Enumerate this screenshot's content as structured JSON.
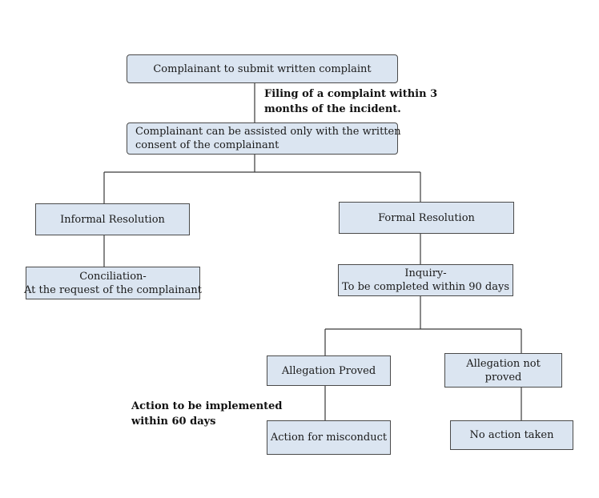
{
  "nodes": {
    "submit": {
      "lines": [
        "Complainant to submit written complaint"
      ]
    },
    "assisted": {
      "lines": [
        "Complainant can be assisted only with the written",
        "consent of the complainant"
      ]
    },
    "informal": {
      "lines": [
        "Informal Resolution"
      ]
    },
    "formal": {
      "lines": [
        "Formal Resolution"
      ]
    },
    "conciliation": {
      "lines": [
        "Conciliation-",
        "At the request of the complainant"
      ]
    },
    "inquiry": {
      "lines": [
        "Inquiry-",
        "To be completed within 90 days"
      ]
    },
    "proved": {
      "lines": [
        "Allegation Proved"
      ]
    },
    "not_proved": {
      "lines": [
        "Allegation not",
        "proved"
      ]
    },
    "misconduct": {
      "lines": [
        "Action for misconduct"
      ]
    },
    "no_action": {
      "lines": [
        "No action taken"
      ]
    }
  },
  "notes": {
    "filing": {
      "lines": [
        "Filing of a complaint within 3",
        "months of the incident."
      ]
    },
    "implement": {
      "lines": [
        "Action to be implemented",
        "within 60 days"
      ]
    }
  },
  "colors": {
    "box_fill": "#dbe5f1",
    "box_border": "#4a4a4a",
    "connector": "#3a3a3a"
  }
}
